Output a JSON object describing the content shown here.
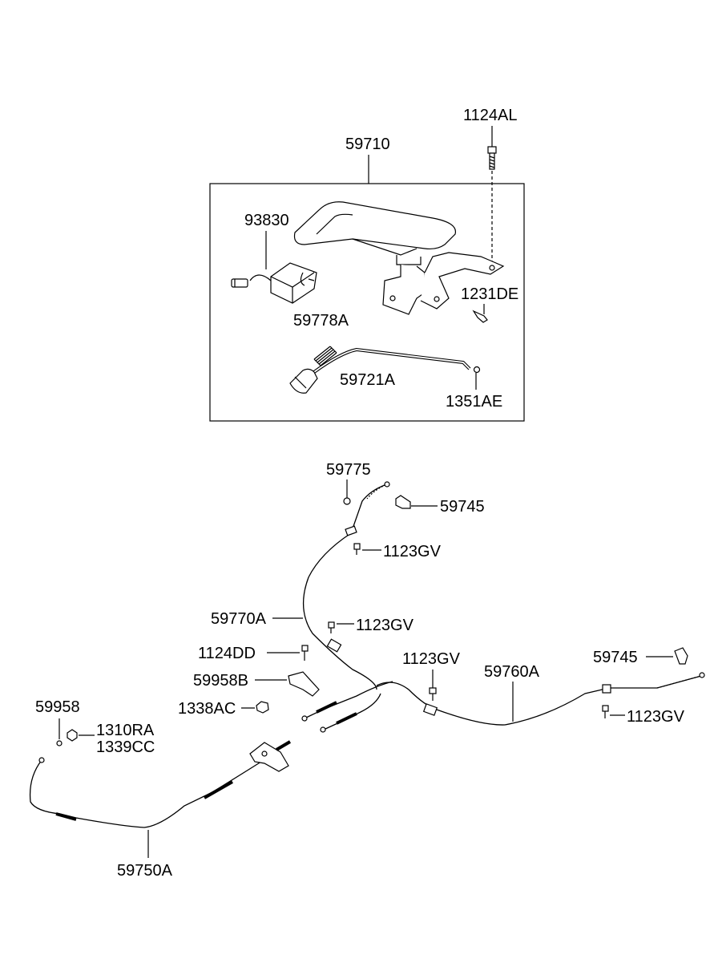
{
  "labels": {
    "p1124AL": "1124AL",
    "p59710": "59710",
    "p93830": "93830",
    "p1231DE": "1231DE",
    "p59778A": "59778A",
    "p59721A": "59721A",
    "p1351AE": "1351AE",
    "p59775": "59775",
    "p59745_top": "59745",
    "p1123GV_1": "1123GV",
    "p59770A": "59770A",
    "p1123GV_2": "1123GV",
    "p1124DD": "1124DD",
    "p1123GV_3": "1123GV",
    "p59760A": "59760A",
    "p59745_right": "59745",
    "p59958B": "59958B",
    "p1338AC": "1338AC",
    "p1123GV_4": "1123GV",
    "p59958": "59958",
    "p1310RA": "1310RA",
    "p1339CC": "1339CC",
    "p59750A": "59750A"
  }
}
